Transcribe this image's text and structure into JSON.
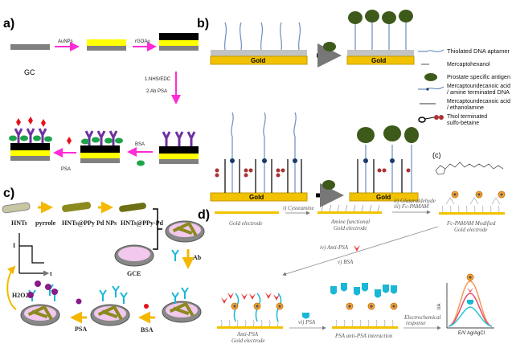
{
  "panels": {
    "a": {
      "label": "a)",
      "steps": [
        "AuNPs",
        "rGOAu",
        "1.NHS/EDC",
        "2.Ab PSA",
        "BSA",
        "PSA"
      ],
      "electrode": "GC"
    },
    "b": {
      "label": "b)",
      "gold": "Gold",
      "legend": [
        "Thiolated DNA aptamer",
        "Mercaptohexanol",
        "Prostate specific antigen",
        "Mercaptoundecanoic acid",
        "/ amine terminated DNA",
        "Mercaptoundecanoic acid",
        "/ ethanolamine",
        "Thiol terminated",
        "sulfo-betaine"
      ]
    },
    "c_inset": {
      "label": "(c)"
    },
    "c": {
      "label": "c)",
      "items": [
        "HNTs",
        "pyrrole",
        "HNTs@PPy",
        "Pd NPs",
        "HNTs@PPy-Pd",
        "GCE",
        "Ab",
        "BSA",
        "PSA",
        "H2O2"
      ],
      "axis_y": "I",
      "axis_x": "t"
    },
    "d": {
      "label": "d)",
      "texts": {
        "gold_electrode": "Gold electrode",
        "step_i": "i) Cysteamine",
        "amine_1": "Amine functional",
        "amine_2": "Gold electrode",
        "step_ii": "ii) Glutaraldehyde",
        "step_iii": "iii) Fc-PAMAM",
        "fc_1": "Fc-PAMAM Modified",
        "fc_2": "Gold electrode",
        "step_iv": "iv) Anti-PSA",
        "step_v": "v) BSA",
        "anti_1": "Anti-PSA",
        "anti_2": "Gold electrode",
        "step_vi": "vi) PSA",
        "interaction": "PSA anti-PSA interaction",
        "echem_1": "Electrochemical",
        "echem_2": "response",
        "ylabel": "I/A",
        "xlabel": "E/V  Ag/AgCl"
      }
    }
  },
  "colors": {
    "magenta_arrow": "#ff2bd6",
    "gold": "#f2c200",
    "yellow": "#ffff00",
    "antibody": "#7030a0",
    "bsa_green": "#1fa34a",
    "psa_red": "#e8101a",
    "hnt_olive": "#8a8a1e",
    "arrow_orange": "#f5b800",
    "cyan": "#1ab7d6"
  }
}
